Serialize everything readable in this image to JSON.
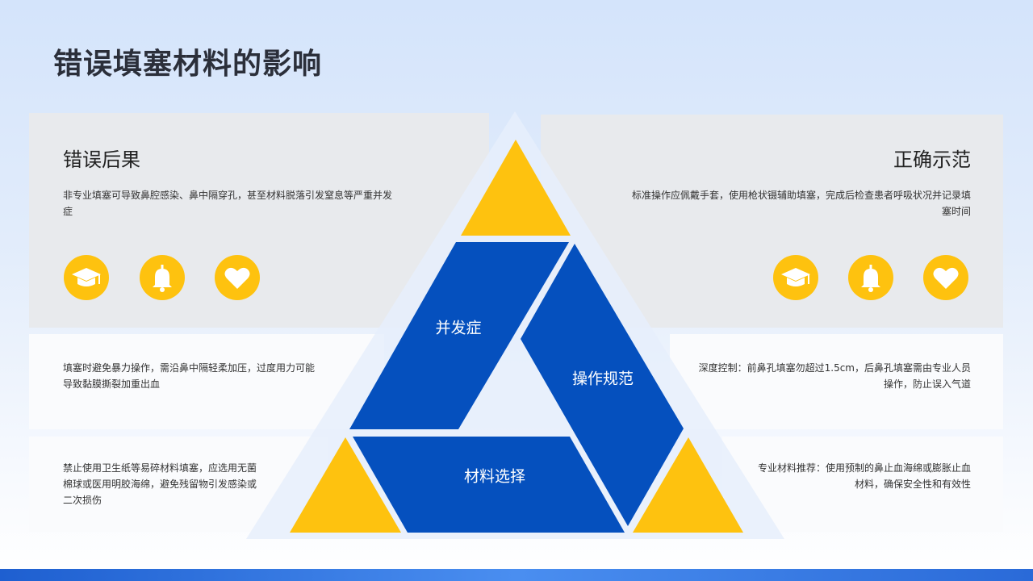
{
  "title": "错误填塞材料的影响",
  "left": {
    "heading": "错误后果",
    "description": "非专业填塞可导致鼻腔感染、鼻中隔穿孔，甚至材料脱落引发窒息等严重并发症",
    "mid_text": "填塞时避免暴力操作，需沿鼻中隔轻柔加压，过度用力可能导致黏膜撕裂加重出血",
    "bottom_text": "禁止使用卫生纸等易碎材料填塞，应选用无菌棉球或医用明胶海绵，避免残留物引发感染或二次损伤"
  },
  "right": {
    "heading": "正确示范",
    "description": "标准操作应佩戴手套，使用枪状镊辅助填塞，完成后检查患者呼吸状况并记录填塞时间",
    "mid_text": "深度控制：前鼻孔填塞勿超过1.5cm，后鼻孔填塞需由专业人员操作，防止误入气道",
    "bottom_text": "专业材料推荐：使用预制的鼻止血海绵或膨胀止血材料，确保安全性和有效性"
  },
  "icons": [
    "graduation-cap-icon",
    "bell-icon",
    "heart-icon"
  ],
  "diagram": {
    "segments": [
      "并发症",
      "操作规范",
      "材料选择"
    ]
  },
  "colors": {
    "accent_yellow": "#fec20f",
    "segment_blue": "#0550be",
    "bottom_bar": "#2f70dc"
  }
}
